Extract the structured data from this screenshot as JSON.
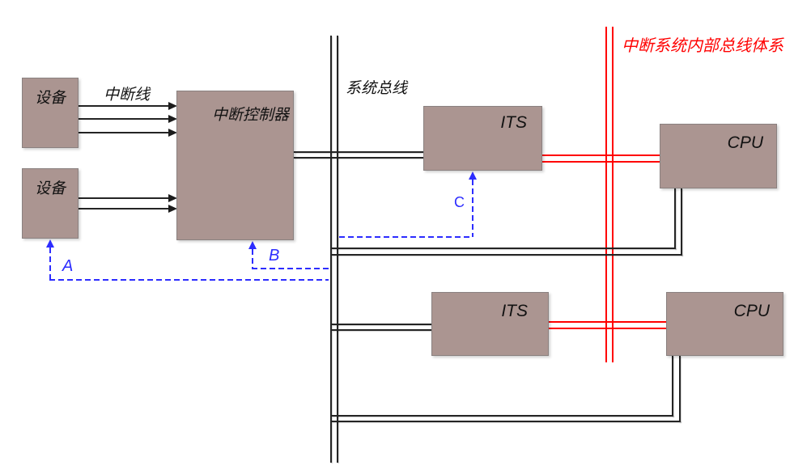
{
  "diagram": {
    "nodes": {
      "device1": {
        "label": "设备"
      },
      "device2": {
        "label": "设备"
      },
      "interrupt_controller": {
        "label": "中断控制器"
      },
      "its1": {
        "label": "ITS"
      },
      "its2": {
        "label": "ITS"
      },
      "cpu1": {
        "label": "CPU"
      },
      "cpu2": {
        "label": "CPU"
      }
    },
    "annotations": {
      "interrupt_line": "中断线",
      "system_bus": "系统总线",
      "internal_bus": "中断系统内部总线体系",
      "marker_a": "A",
      "marker_b": "B",
      "marker_c": "C"
    },
    "colors": {
      "node_fill": "#ab9591",
      "node_border": "#8a8180",
      "bus_black": "#242424",
      "internal_bus_red": "#ff0000",
      "signal_blue": "#2d2dff"
    }
  }
}
